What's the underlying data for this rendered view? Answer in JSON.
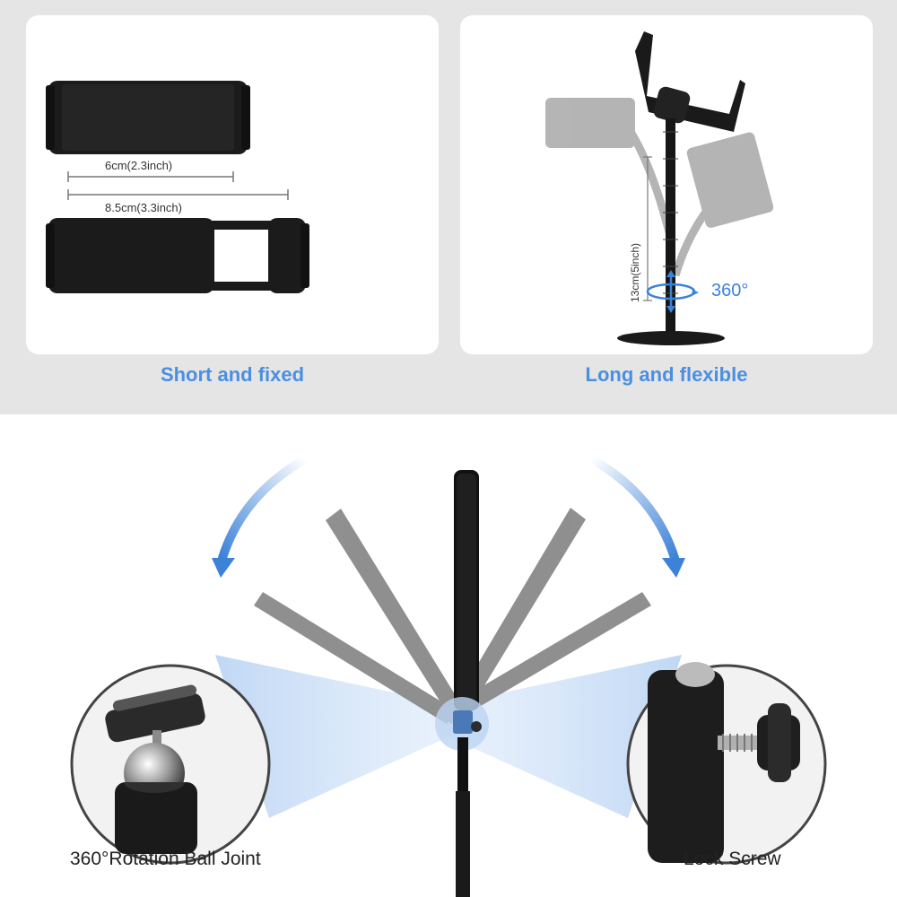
{
  "top": {
    "left_caption": "Short and fixed",
    "right_caption": "Long and flexible",
    "dim_short": "6cm(2.3inch)",
    "dim_long": "8.5cm(3.3inch)",
    "dim_height": "13cm(5inch)",
    "rotation": "360°"
  },
  "bottom": {
    "left_label": "360°Rotation Ball Joint",
    "right_label": "Lock Screw"
  },
  "colors": {
    "accent": "#4a8fe0",
    "background_top": "#e5e5e5",
    "panel": "#ffffff"
  }
}
